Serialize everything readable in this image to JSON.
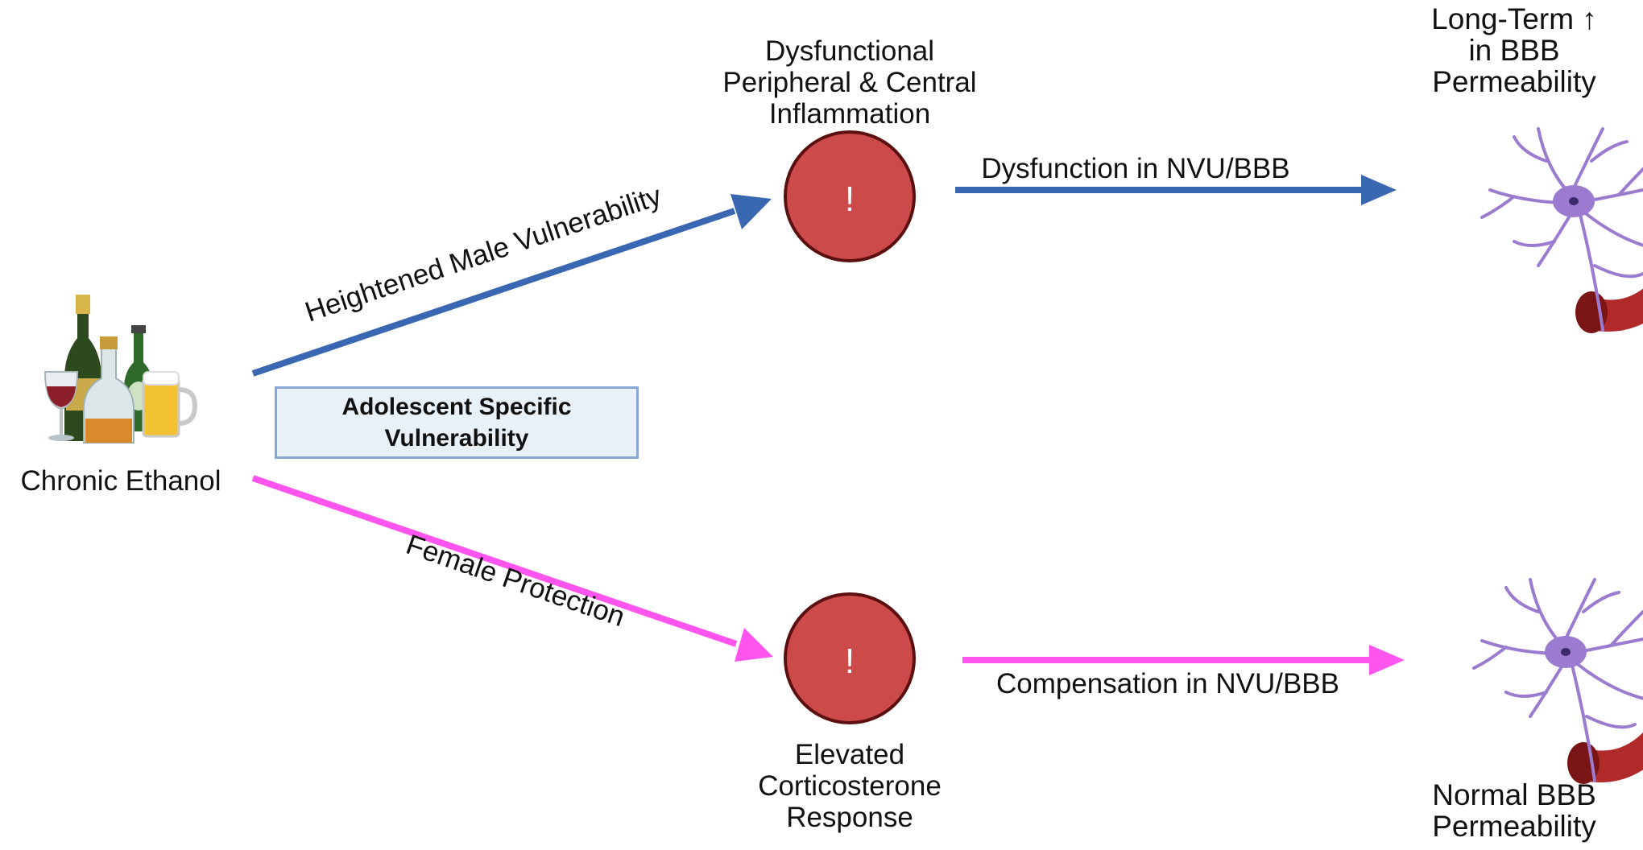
{
  "source_node": {
    "label": "Chronic Ethanol",
    "icon": "alcohol-bottles-icon"
  },
  "middle_box": {
    "lines": [
      "Adolescent Specific",
      "Vulnerability"
    ]
  },
  "top_path": {
    "arrow1_label": "Heightened Male Vulnerability",
    "node_lines": [
      "Dysfunctional",
      "Peripheral & Central",
      "Inflammation"
    ],
    "node_symbol": "!",
    "arrow2_label": "Dysfunction in NVU/BBB",
    "outcome_lines": [
      "Long-Term ↑",
      "in BBB",
      "Permeability"
    ],
    "outcome_icon": "neuron-blood-vessel-icon"
  },
  "bottom_path": {
    "arrow1_label": "Female Protection",
    "node_lines": [
      "Elevated",
      "Corticosterone",
      "Response"
    ],
    "node_symbol": "!",
    "arrow2_label": "Compensation in NVU/BBB",
    "outcome_lines": [
      "Normal BBB",
      "Permeability"
    ],
    "outcome_icon": "neuron-blood-vessel-icon"
  },
  "colors": {
    "male_arrow": "#3a67b2",
    "female_arrow": "#ff55ee",
    "alert_circle": "#cc4a4a",
    "alert_border": "#5c0f0f",
    "neuron": "#9b7bd0",
    "vessel": "#b02a2a"
  }
}
